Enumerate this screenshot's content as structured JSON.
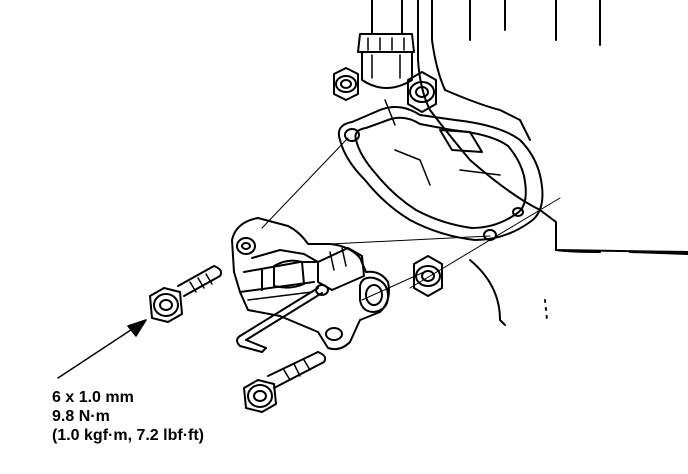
{
  "spec": {
    "lines": [
      "6 x 1.0 mm",
      "9.8 N·m",
      "(1.0 kgf·m, 7.2 lbf·ft)"
    ]
  },
  "colors": {
    "ink": "#000000",
    "paper": "#ffffff"
  }
}
